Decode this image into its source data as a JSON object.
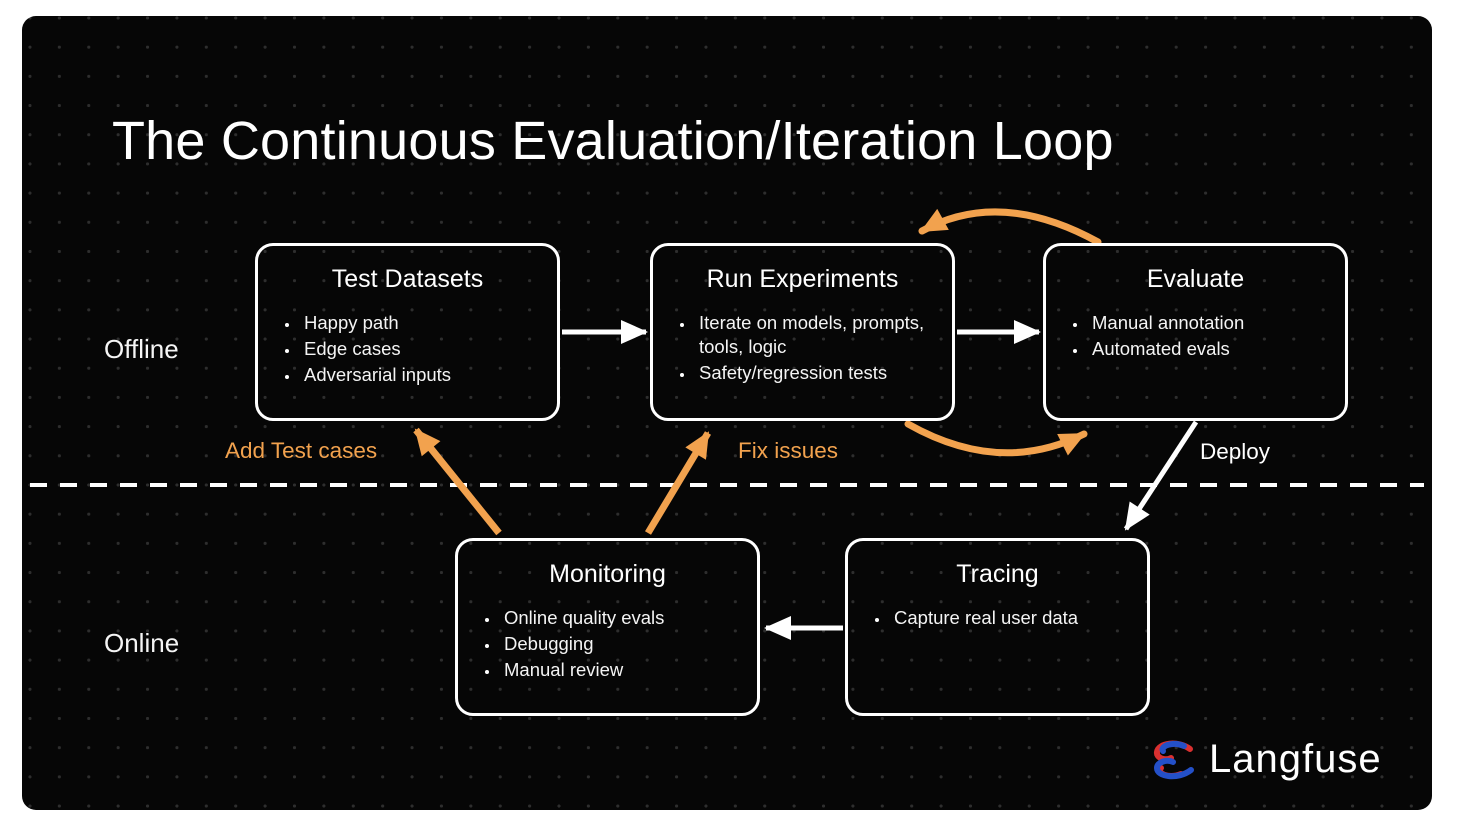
{
  "slide": {
    "title": "The Continuous Evaluation/Iteration Loop",
    "sections": {
      "offline": "Offline",
      "online": "Online"
    },
    "nodes": [
      {
        "id": "test-datasets",
        "title": "Test Datasets",
        "bullets": [
          "Happy path",
          "Edge cases",
          "Adversarial inputs"
        ]
      },
      {
        "id": "run-experiments",
        "title": "Run Experiments",
        "bullets": [
          "Iterate on models, prompts, tools, logic",
          "Safety/regression tests"
        ]
      },
      {
        "id": "evaluate",
        "title": "Evaluate",
        "bullets": [
          "Manual annotation",
          "Automated evals"
        ]
      },
      {
        "id": "monitoring",
        "title": "Monitoring",
        "bullets": [
          "Online quality evals",
          "Debugging",
          "Manual review"
        ]
      },
      {
        "id": "tracing",
        "title": "Tracing",
        "bullets": [
          "Capture real user data"
        ]
      }
    ],
    "edge_labels": {
      "add_test_cases": "Add Test cases",
      "fix_issues": "Fix issues",
      "deploy": "Deploy"
    },
    "edges": [
      {
        "from": "test-datasets",
        "to": "run-experiments",
        "color": "white"
      },
      {
        "from": "run-experiments",
        "to": "evaluate",
        "color": "white"
      },
      {
        "from": "evaluate",
        "to": "run-experiments",
        "color": "orange",
        "style": "curved-top"
      },
      {
        "from": "run-experiments",
        "to": "evaluate",
        "color": "orange",
        "style": "curved-bottom"
      },
      {
        "from": "evaluate",
        "to": "tracing",
        "color": "white",
        "label": "Deploy"
      },
      {
        "from": "tracing",
        "to": "monitoring",
        "color": "white"
      },
      {
        "from": "monitoring",
        "to": "test-datasets",
        "color": "orange",
        "label": "Add Test cases"
      },
      {
        "from": "monitoring",
        "to": "run-experiments",
        "color": "orange",
        "label": "Fix issues"
      }
    ],
    "colors": {
      "accent_orange": "#F2A24E",
      "line_white": "#FFFFFF",
      "slide_background": "#060606",
      "logo_red": "#D93030",
      "logo_blue": "#2450C8"
    },
    "logo": {
      "text": "Langfuse"
    }
  }
}
